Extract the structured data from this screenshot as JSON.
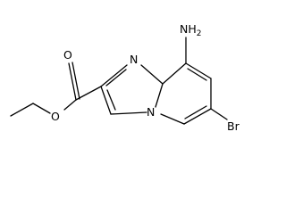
{
  "molecule": {
    "atoms": {
      "amine": {
        "symbol": "NH",
        "subscript": "2"
      },
      "ring_n_top": {
        "symbol": "N"
      },
      "ring_n_bridge": {
        "symbol": "N"
      },
      "carbonyl_o": {
        "symbol": "O"
      },
      "ester_o": {
        "symbol": "O"
      },
      "bromine": {
        "symbol": "Br"
      }
    }
  },
  "colors": {
    "ink": "#000000",
    "background": "#ffffff"
  }
}
